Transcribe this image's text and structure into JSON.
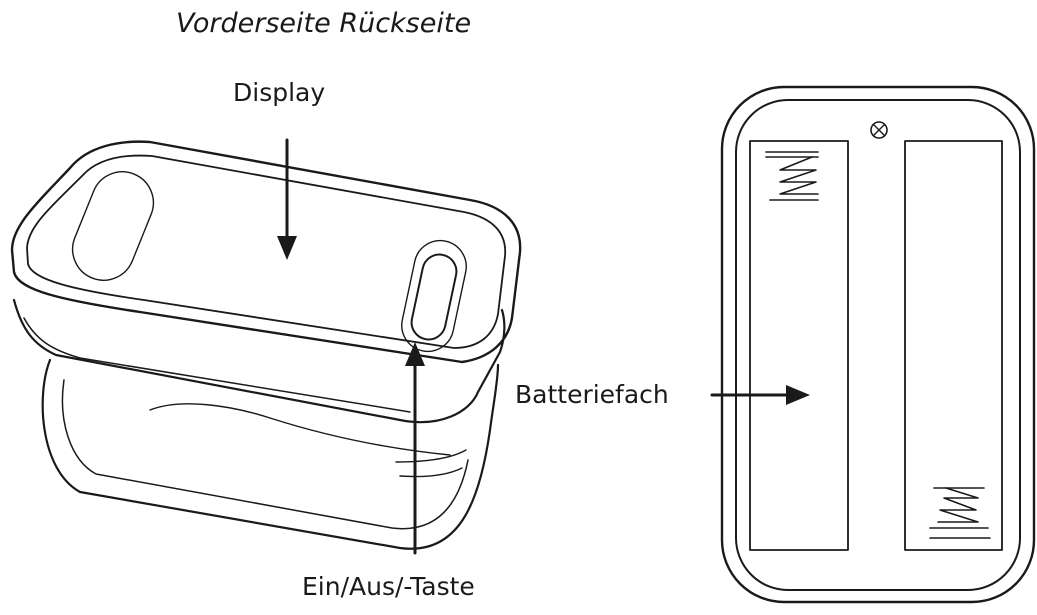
{
  "header": {
    "title": "Vorderseite Rückseite"
  },
  "labels": {
    "display": "Display",
    "power_button": "Ein/Aus/-Taste",
    "battery_compartment": "Batteriefach"
  },
  "colors": {
    "line": "#1a1a1a",
    "background": "#ffffff"
  },
  "icons": {
    "screw": "screw-icon",
    "spring": "battery-spring-icon"
  }
}
